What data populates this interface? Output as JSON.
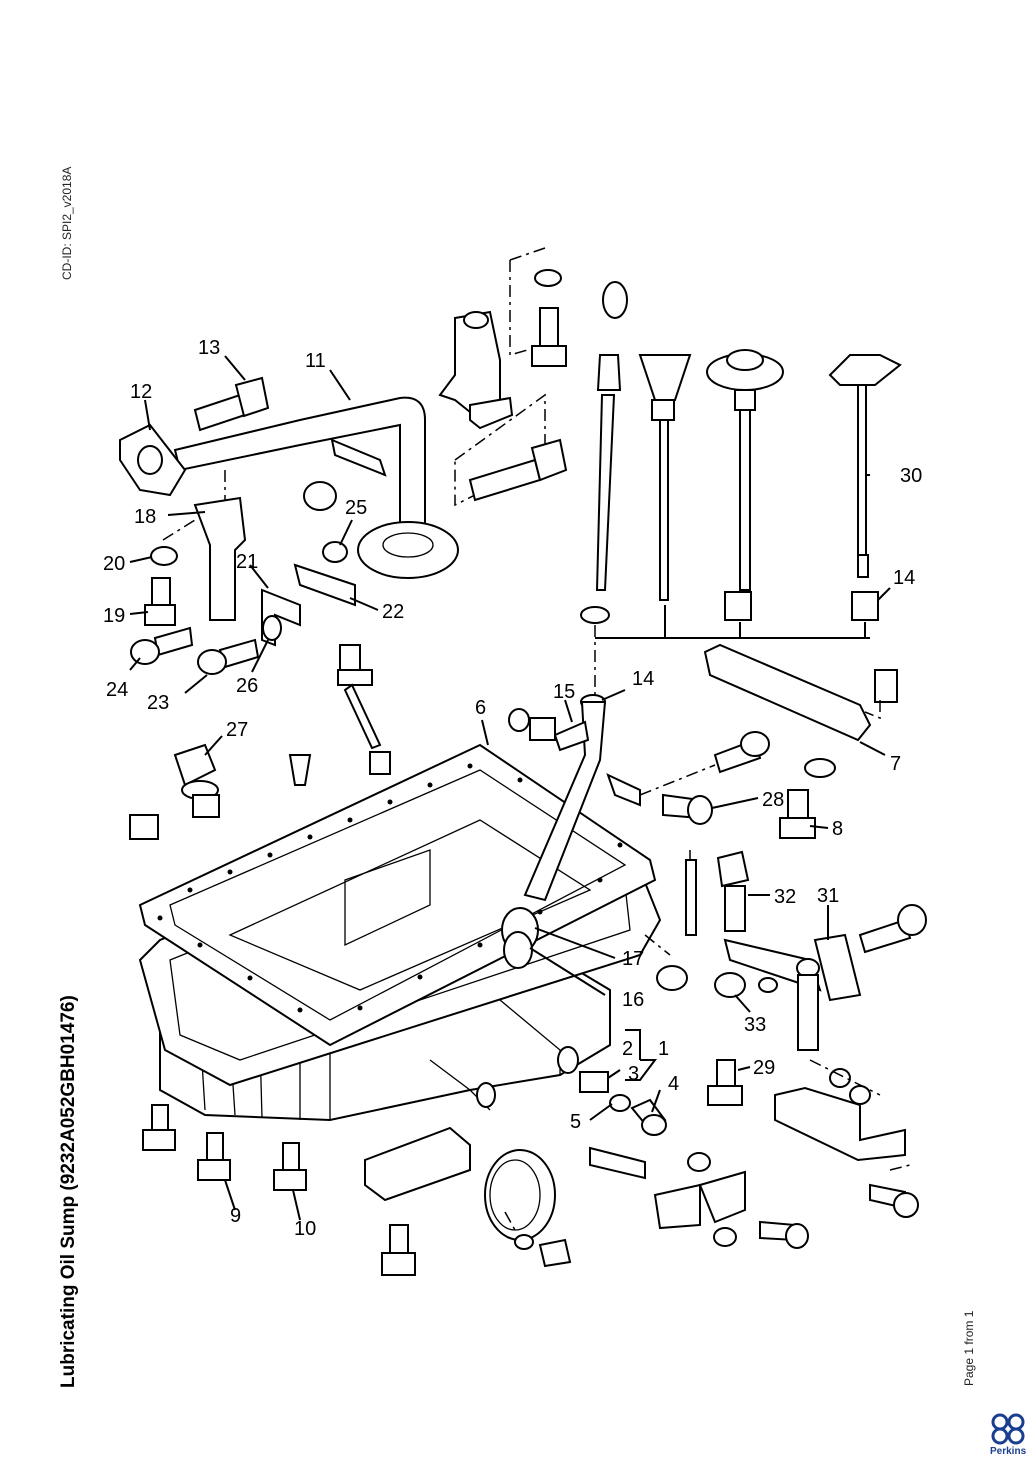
{
  "document": {
    "cd_id": "CD-ID: SPI2_v2018A",
    "title": "Lubricating Oil Sump (9232A052GBH01476)",
    "page": "Page 1 from 1",
    "brand": "Perkins",
    "brand_color": "#1b3f8f"
  },
  "callouts": [
    "1",
    "2",
    "3",
    "4",
    "5",
    "6",
    "7",
    "8",
    "9",
    "10",
    "11",
    "12",
    "13",
    "14",
    "14",
    "15",
    "16",
    "17",
    "18",
    "19",
    "20",
    "21",
    "22",
    "23",
    "24",
    "25",
    "26",
    "27",
    "28",
    "29",
    "30",
    "31",
    "32",
    "33"
  ]
}
